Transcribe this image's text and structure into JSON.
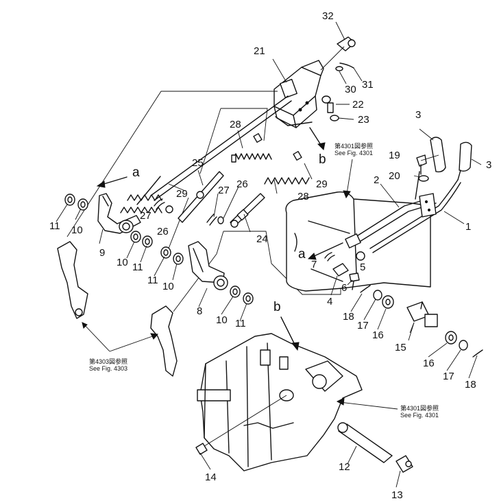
{
  "callouts": {
    "n1": "1",
    "n2": "2",
    "n3a": "3",
    "n3b": "3",
    "n4": "4",
    "n5": "5",
    "n6": "6",
    "n7": "7",
    "n8": "8",
    "n9": "9",
    "n10a": "10",
    "n10b": "10",
    "n10c": "10",
    "n10d": "10",
    "n11a": "11",
    "n11b": "11",
    "n11c": "11",
    "n11d": "11",
    "n12": "12",
    "n13": "13",
    "n14": "14",
    "n15": "15",
    "n16a": "16",
    "n16b": "16",
    "n17a": "17",
    "n17b": "17",
    "n18a": "18",
    "n18b": "18",
    "n19": "19",
    "n20": "20",
    "n21": "21",
    "n22": "22",
    "n23": "23",
    "n24": "24",
    "n25": "25",
    "n26a": "26",
    "n26b": "26",
    "n27a": "27",
    "n27b": "27",
    "n28a": "28",
    "n28b": "28",
    "n29a": "29",
    "n29b": "29",
    "n30": "30",
    "n31": "31",
    "n32": "32"
  },
  "letters": {
    "a1": "a",
    "a2": "a",
    "b1": "b",
    "b2": "b"
  },
  "references": {
    "ref4301_top_jp": "第4301図参照",
    "ref4301_top_en": "See Fig. 4301",
    "ref4303_jp": "第4303図参照",
    "ref4303_en": "See Fig. 4303",
    "ref4301_bottom_jp": "第4301図参照",
    "ref4301_bottom_en": "See Fig. 4301"
  },
  "colors": {
    "ink": "#111111",
    "paper": "#ffffff"
  }
}
